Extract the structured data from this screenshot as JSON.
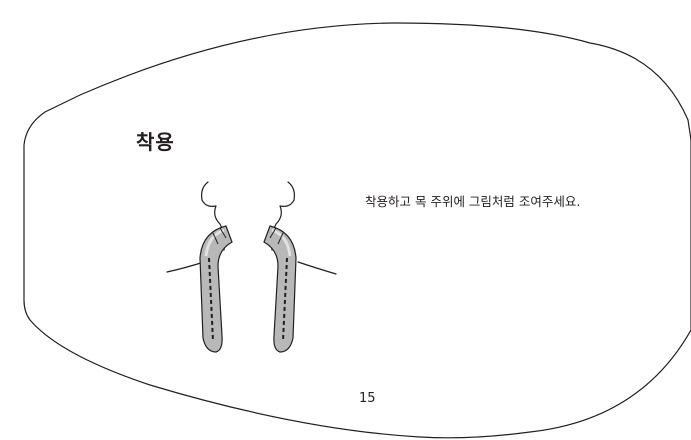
{
  "page": {
    "section_title": "착용",
    "instruction": "착용하고 목 주위에 그림처럼 조여주세요.",
    "page_number": "15"
  },
  "colors": {
    "outline": "#231f20",
    "band_fill": "#b8b8b8",
    "band_highlight": "#e2e2e2",
    "text": "#231f20"
  },
  "icons": {
    "illustration": "neck-band-wearing-illustration"
  }
}
